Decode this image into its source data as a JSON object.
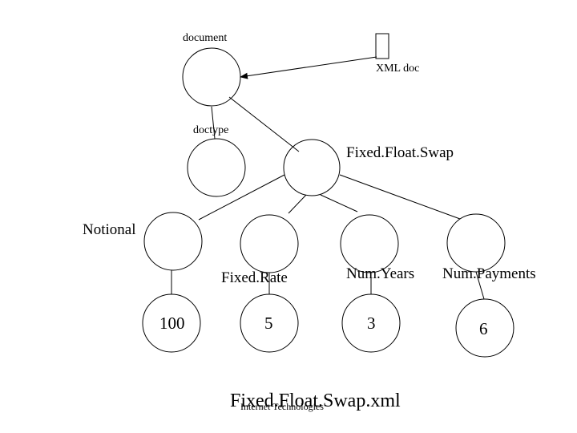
{
  "labels": {
    "document": "document",
    "xml_doc": "XML doc",
    "doctype": "doctype",
    "fixed_float_swap": "Fixed.Float.Swap",
    "notional": "Notional",
    "fixed_rate": "Fixed.Rate",
    "num_years": "Num.Years",
    "num_payments": "Num.Payments",
    "val_100": "100",
    "val_5": "5",
    "val_3": "3",
    "val_6": "6"
  },
  "footer": {
    "filename": "Fixed.Float.Swap.xml",
    "overlay": "Internet Technologies"
  }
}
